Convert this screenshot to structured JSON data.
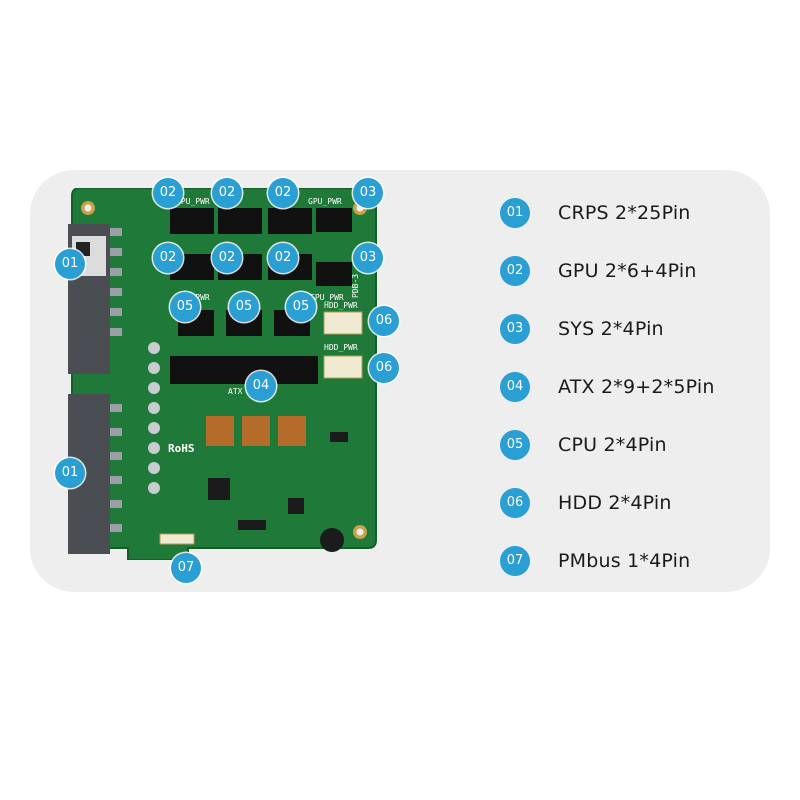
{
  "colors": {
    "accent": "#2a9fd3",
    "card_bg": "#eeeeee",
    "pcb": "#1f7a3a"
  },
  "board": {
    "silkscreen": {
      "gpu_pwr": "GPU_PWR",
      "hdd_pwr": "HDD_PWR",
      "cpu_pwr": "CPU_PWR",
      "atx": "ATX",
      "model": "PDB-3",
      "rohs": "RoHS"
    },
    "markers": [
      "02",
      "02",
      "02",
      "03",
      "01",
      "02",
      "02",
      "02",
      "03",
      "05",
      "05",
      "05",
      "06",
      "06",
      "04",
      "01",
      "07"
    ]
  },
  "legend": [
    {
      "num": "01",
      "label": "CRPS 2*25Pin"
    },
    {
      "num": "02",
      "label": "GPU 2*6+4Pin"
    },
    {
      "num": "03",
      "label": "SYS 2*4Pin"
    },
    {
      "num": "04",
      "label": "ATX 2*9+2*5Pin"
    },
    {
      "num": "05",
      "label": "CPU 2*4Pin"
    },
    {
      "num": "06",
      "label": "HDD 2*4Pin"
    },
    {
      "num": "07",
      "label": "PMbus 1*4Pin"
    }
  ]
}
